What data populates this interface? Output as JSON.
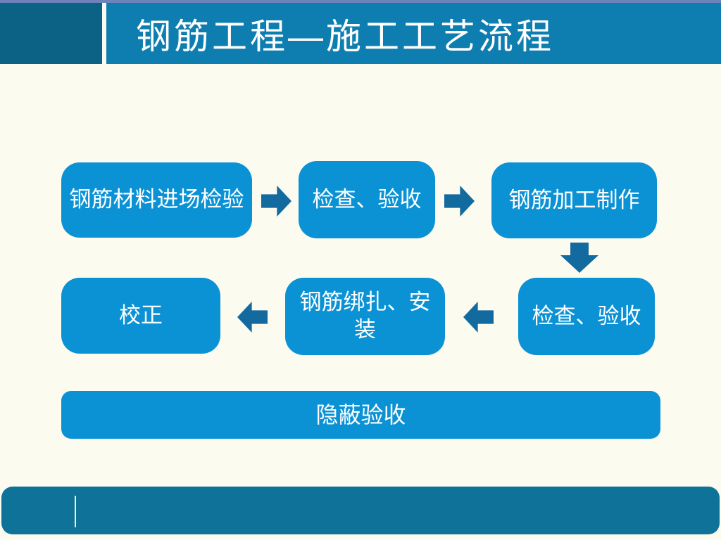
{
  "slide": {
    "title": "钢筋工程—施工工艺流程",
    "flow": {
      "row1": [
        "钢筋材料进场检验",
        "检查、验收",
        "钢筋加工制作"
      ],
      "row2": [
        "校正",
        "钢筋绑扎、安装",
        "检查、验收"
      ],
      "bottom": "隐蔽验收"
    },
    "colors": {
      "background": "#fcfbf0",
      "top_strip": "#6f83ba",
      "header_block": "#0c6285",
      "header_bar": "#0e7eb1",
      "node_fill": "#0b92d5",
      "arrow_fill": "#136a9e",
      "footer_bar": "#0f7298",
      "text": "#ffffff"
    }
  }
}
